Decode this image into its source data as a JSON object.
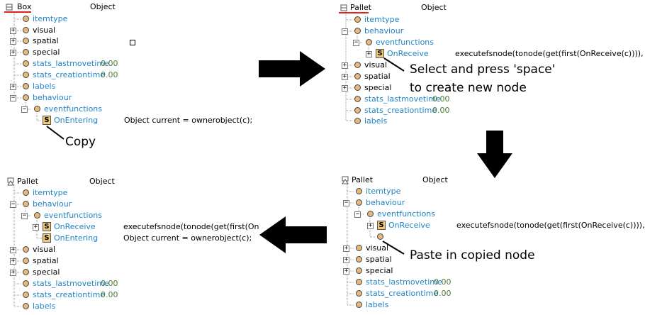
{
  "panel1": {
    "root_label": "Box",
    "object_header": "Object",
    "nodes": {
      "itemtype": "itemtype",
      "visual": "visual",
      "spatial": "spatial",
      "special": "special",
      "stats_lastmovetime": "stats_lastmovetime",
      "stats_lastmovetime_value": "0.00",
      "stats_creationtime": "stats_creationtime",
      "stats_creationtime_value": "0.00",
      "labels": "labels",
      "behaviour": "behaviour",
      "eventfunctions": "eventfunctions",
      "onentering": "OnEntering",
      "onentering_value": "Object current = ownerobject(c);"
    },
    "annotation": "Copy"
  },
  "panel2": {
    "root_label": "Pallet",
    "object_header": "Object",
    "nodes": {
      "itemtype": "itemtype",
      "behaviour": "behaviour",
      "eventfunctions": "eventfunctions",
      "onreceive": "OnReceive",
      "onreceive_value": "executefsnode(tonode(get(first(OnReceive(c)))), c, i);",
      "visual": "visual",
      "spatial": "spatial",
      "special": "special",
      "stats_lastmovetime": "stats_lastmovetime",
      "stats_lastmovetime_value": "0.00",
      "stats_creationtime": "stats_creationtime",
      "stats_creationtime_value": "0.00",
      "labels": "labels"
    },
    "annotation_line1": "Select and press 'space'",
    "annotation_line2": "to create new node"
  },
  "panel3": {
    "root_label": "Pallet",
    "object_header": "Object",
    "nodes": {
      "itemtype": "itemtype",
      "behaviour": "behaviour",
      "eventfunctions": "eventfunctions",
      "onreceive": "OnReceive",
      "onreceive_value": "executefsnode(tonode(get(first(OnReceive(c)))), c, i);",
      "visual": "visual",
      "spatial": "spatial",
      "special": "special",
      "stats_lastmovetime": "stats_lastmovetime",
      "stats_lastmovetime_value": "0.00",
      "stats_creationtime": "stats_creationtime",
      "stats_creationtime_value": "0.00",
      "labels": "labels"
    },
    "annotation": "Paste in copied node"
  },
  "panel4": {
    "root_label": "Pallet",
    "object_header": "Object",
    "nodes": {
      "itemtype": "itemtype",
      "behaviour": "behaviour",
      "eventfunctions": "eventfunctions",
      "onreceive": "OnReceive",
      "onreceive_value": "executefsnode(tonode(get(first(On",
      "onentering": "OnEntering",
      "onentering_value": "Object current = ownerobject(c);",
      "visual": "visual",
      "spatial": "spatial",
      "special": "special",
      "stats_lastmovetime": "stats_lastmovetime",
      "stats_lastmovetime_value": "0.00",
      "stats_creationtime": "stats_creationtime",
      "stats_creationtime_value": "0.00",
      "labels": "labels"
    }
  },
  "icons": {
    "tree_node": "ball-icon",
    "script_node": "s-icon",
    "expand": "plus-box",
    "collapse": "minus-box",
    "arrow_right": "black-arrow-right",
    "arrow_down": "black-arrow-down",
    "arrow_left": "black-arrow-left"
  },
  "colors": {
    "node_text": "#1f84c7",
    "value_text": "#4a7a36",
    "node_ball": "#e7b978",
    "underline": "#e0241c"
  }
}
